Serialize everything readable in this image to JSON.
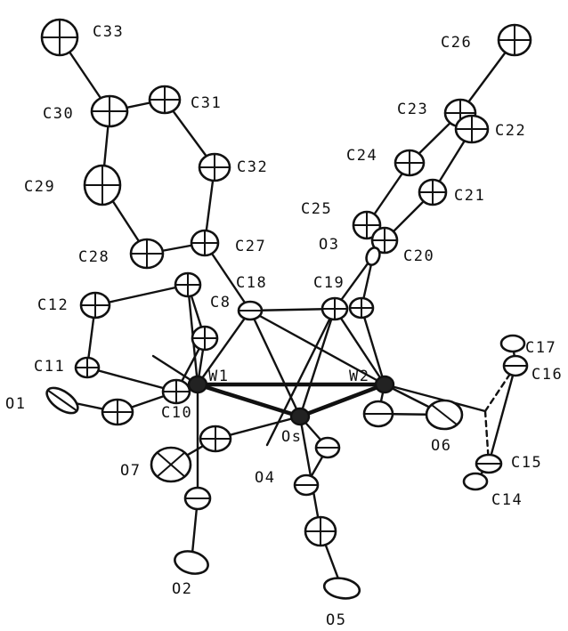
{
  "atoms": {
    "C33": "C33",
    "C30": "C30",
    "C31": "C31",
    "C29": "C29",
    "C32": "C32",
    "C28": "C28",
    "C27": "C27",
    "C26": "C26",
    "C23": "C23",
    "C22": "C22",
    "C24": "C24",
    "C21": "C21",
    "C25": "C25",
    "C20": "C20",
    "O3": "O3",
    "C18": "C18",
    "C19": "C19",
    "C12": "C12",
    "C8": "C8",
    "C11": "C11",
    "C10": "C10",
    "W1": "W1",
    "W2": "W2",
    "Os": "Os",
    "O1": "O1",
    "O7": "O7",
    "O4": "O4",
    "O6": "O6",
    "C17": "C17",
    "C16": "C16",
    "C15": "C15",
    "C14": "C14",
    "O2": "O2",
    "O5": "O5"
  }
}
